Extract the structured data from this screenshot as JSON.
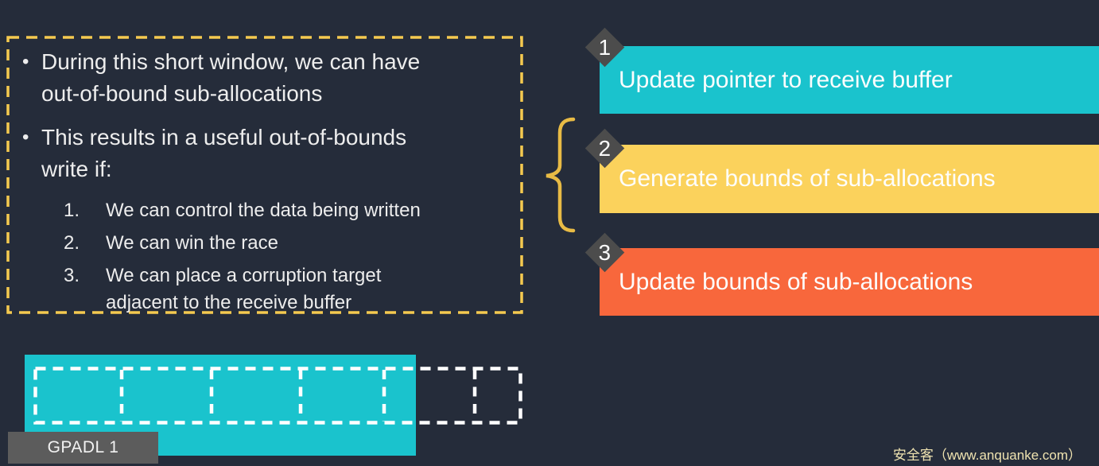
{
  "slide": {
    "colors": {
      "background": "#252C3A",
      "accent_teal": "#1AC3CD",
      "accent_yellow": "#FBD25C",
      "accent_orange": "#F8673C",
      "diamond_gray": "#4C4C4C",
      "label_gray": "#5C5C5C",
      "dashed_border_yellow": "#F5CA4F",
      "brace_gold": "#E8BB45",
      "dashed_cell_white": "#FFFFFF",
      "text_light": "#EDEDED",
      "watermark_yellow": "#EFE3B0"
    },
    "notes": {
      "bullet_char": "•",
      "bullets": [
        "During this short window, we can have\nout-of-bound sub-allocations",
        "This results in a useful out-of-bounds\nwrite if:"
      ],
      "numbered_items": [
        {
          "num": "1.",
          "text": "We can control the data being written"
        },
        {
          "num": "2.",
          "text": "We can win the race"
        },
        {
          "num": "3.",
          "text": "We can place a corruption target\nadjacent to the receive buffer"
        }
      ]
    },
    "steps": [
      {
        "number": "1",
        "label": "Update pointer to receive buffer",
        "color": "#1AC3CD"
      },
      {
        "number": "2",
        "label": "Generate bounds of sub-allocations",
        "color": "#FBD25C"
      },
      {
        "number": "3",
        "label": "Update bounds of sub-allocations",
        "color": "#F8673C"
      }
    ],
    "buffer": {
      "label": "GPADL 1",
      "cells": 6
    },
    "watermark": "安全客（www.anquanke.com）"
  }
}
